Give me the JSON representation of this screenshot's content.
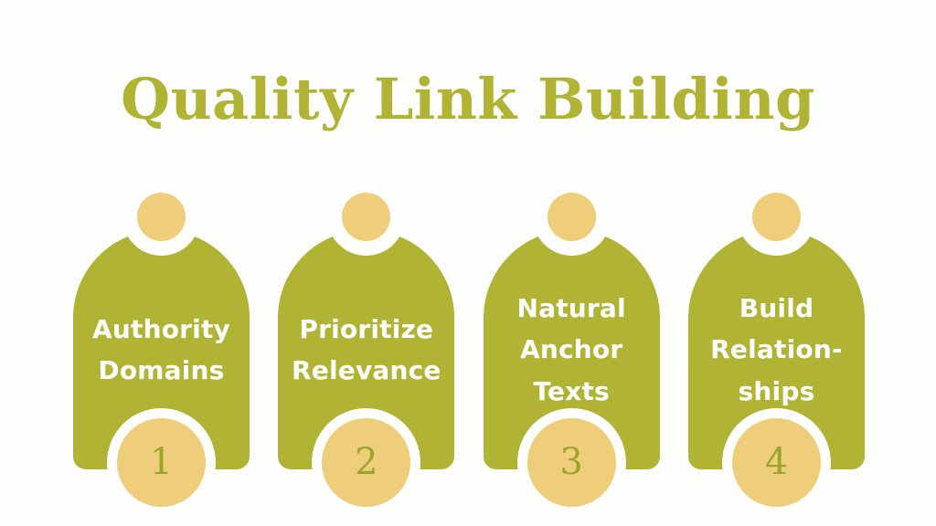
{
  "title": "Quality Link Building",
  "colors": {
    "background": "#fefefc",
    "card": "#b0b334",
    "accent": "#eece7b",
    "title": "#b0b334",
    "card_text": "#ffffff",
    "number_text": "#9ba52e"
  },
  "cards": [
    {
      "label": "Authority\nDomains",
      "number": "1",
      "top_dot": "dot-icon"
    },
    {
      "label": "Prioritize\nRelevance",
      "number": "2",
      "top_dot": "dot-icon"
    },
    {
      "label": "Natural\nAnchor\nTexts",
      "number": "3",
      "top_dot": "dot-icon"
    },
    {
      "label": "Build\nRelation-\nships",
      "number": "4",
      "top_dot": "dot-icon"
    }
  ]
}
